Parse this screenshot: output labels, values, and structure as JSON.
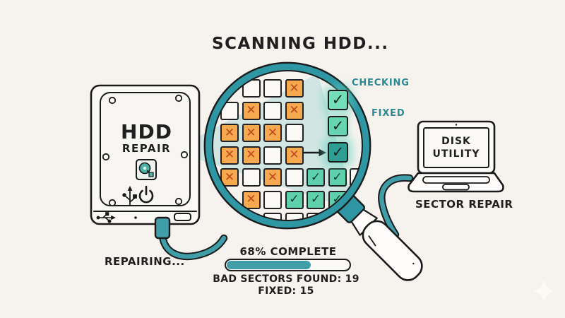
{
  "title": "SCANNING HDD...",
  "hdd": {
    "label_main": "HDD",
    "label_sub": "REPAIR",
    "status": "REPAIRING...",
    "disk-platter-icon": "disk-platter-icon",
    "usb-icon": "usb-icon",
    "power-icon": "power-icon"
  },
  "magnifier": {
    "labels": {
      "checking": "CHECKING",
      "fixed": "FIXED"
    }
  },
  "status_squares": [
    {
      "state": "checking",
      "icon": "check-icon"
    },
    {
      "state": "fixed",
      "icon": "check-icon"
    },
    {
      "state": "just-fixed",
      "icon": "check-icon"
    }
  ],
  "sector_grid": {
    "cols": 7,
    "rows": 7,
    "legend": {
      "bad": "orange-x-square",
      "fixed": "teal-check-square",
      "empty": "white-square"
    },
    "cells": [
      {
        "c": 1,
        "r": 0,
        "s": "empty"
      },
      {
        "c": 2,
        "r": 0,
        "s": "empty"
      },
      {
        "c": 3,
        "r": 0,
        "s": "bad"
      },
      {
        "c": 0,
        "r": 1,
        "s": "empty"
      },
      {
        "c": 1,
        "r": 1,
        "s": "bad"
      },
      {
        "c": 2,
        "r": 1,
        "s": "empty"
      },
      {
        "c": 3,
        "r": 1,
        "s": "bad"
      },
      {
        "c": 0,
        "r": 2,
        "s": "bad"
      },
      {
        "c": 1,
        "r": 2,
        "s": "bad"
      },
      {
        "c": 2,
        "r": 2,
        "s": "bad"
      },
      {
        "c": 3,
        "r": 2,
        "s": "empty"
      },
      {
        "c": 0,
        "r": 3,
        "s": "bad"
      },
      {
        "c": 1,
        "r": 3,
        "s": "bad"
      },
      {
        "c": 2,
        "r": 3,
        "s": "empty"
      },
      {
        "c": 3,
        "r": 3,
        "s": "bad"
      },
      {
        "c": 0,
        "r": 4,
        "s": "bad"
      },
      {
        "c": 1,
        "r": 4,
        "s": "empty"
      },
      {
        "c": 2,
        "r": 4,
        "s": "bad"
      },
      {
        "c": 3,
        "r": 4,
        "s": "empty"
      },
      {
        "c": 4,
        "r": 4,
        "s": "fixed"
      },
      {
        "c": 5,
        "r": 4,
        "s": "fixed"
      },
      {
        "c": 6,
        "r": 4,
        "s": "empty"
      },
      {
        "c": 1,
        "r": 5,
        "s": "bad"
      },
      {
        "c": 2,
        "r": 5,
        "s": "empty"
      },
      {
        "c": 3,
        "r": 5,
        "s": "fixed"
      },
      {
        "c": 4,
        "r": 5,
        "s": "fixed"
      },
      {
        "c": 5,
        "r": 5,
        "s": "fixed"
      },
      {
        "c": 2,
        "r": 6,
        "s": "empty"
      },
      {
        "c": 3,
        "r": 6,
        "s": "empty"
      },
      {
        "c": 4,
        "r": 6,
        "s": "empty"
      }
    ],
    "glyphs": {
      "bad": "✕",
      "fixed": "✓"
    }
  },
  "laptop": {
    "screen_line1": "DISK",
    "screen_line2": "UTILITY",
    "caption": "SECTOR REPAIR"
  },
  "progress": {
    "percent": 68,
    "label": "68% COMPLETE",
    "bad_sectors_label": "BAD SECTORS FOUND: 19",
    "fixed_label": "FIXED: 15"
  },
  "colors": {
    "background": "#f6f3ef",
    "teal": "#2f96a3",
    "teal_fill": "#3f9ea8",
    "mint": "#5ed1ac",
    "mint_bright": "#74ddba",
    "dark_check_square": "#2f9d92",
    "bad_orange": "#f6a94e",
    "bad_x": "#c1471e",
    "label_teal": "#2b8b92",
    "ink": "#1f1f1f",
    "beam": "#9ed4d2"
  }
}
